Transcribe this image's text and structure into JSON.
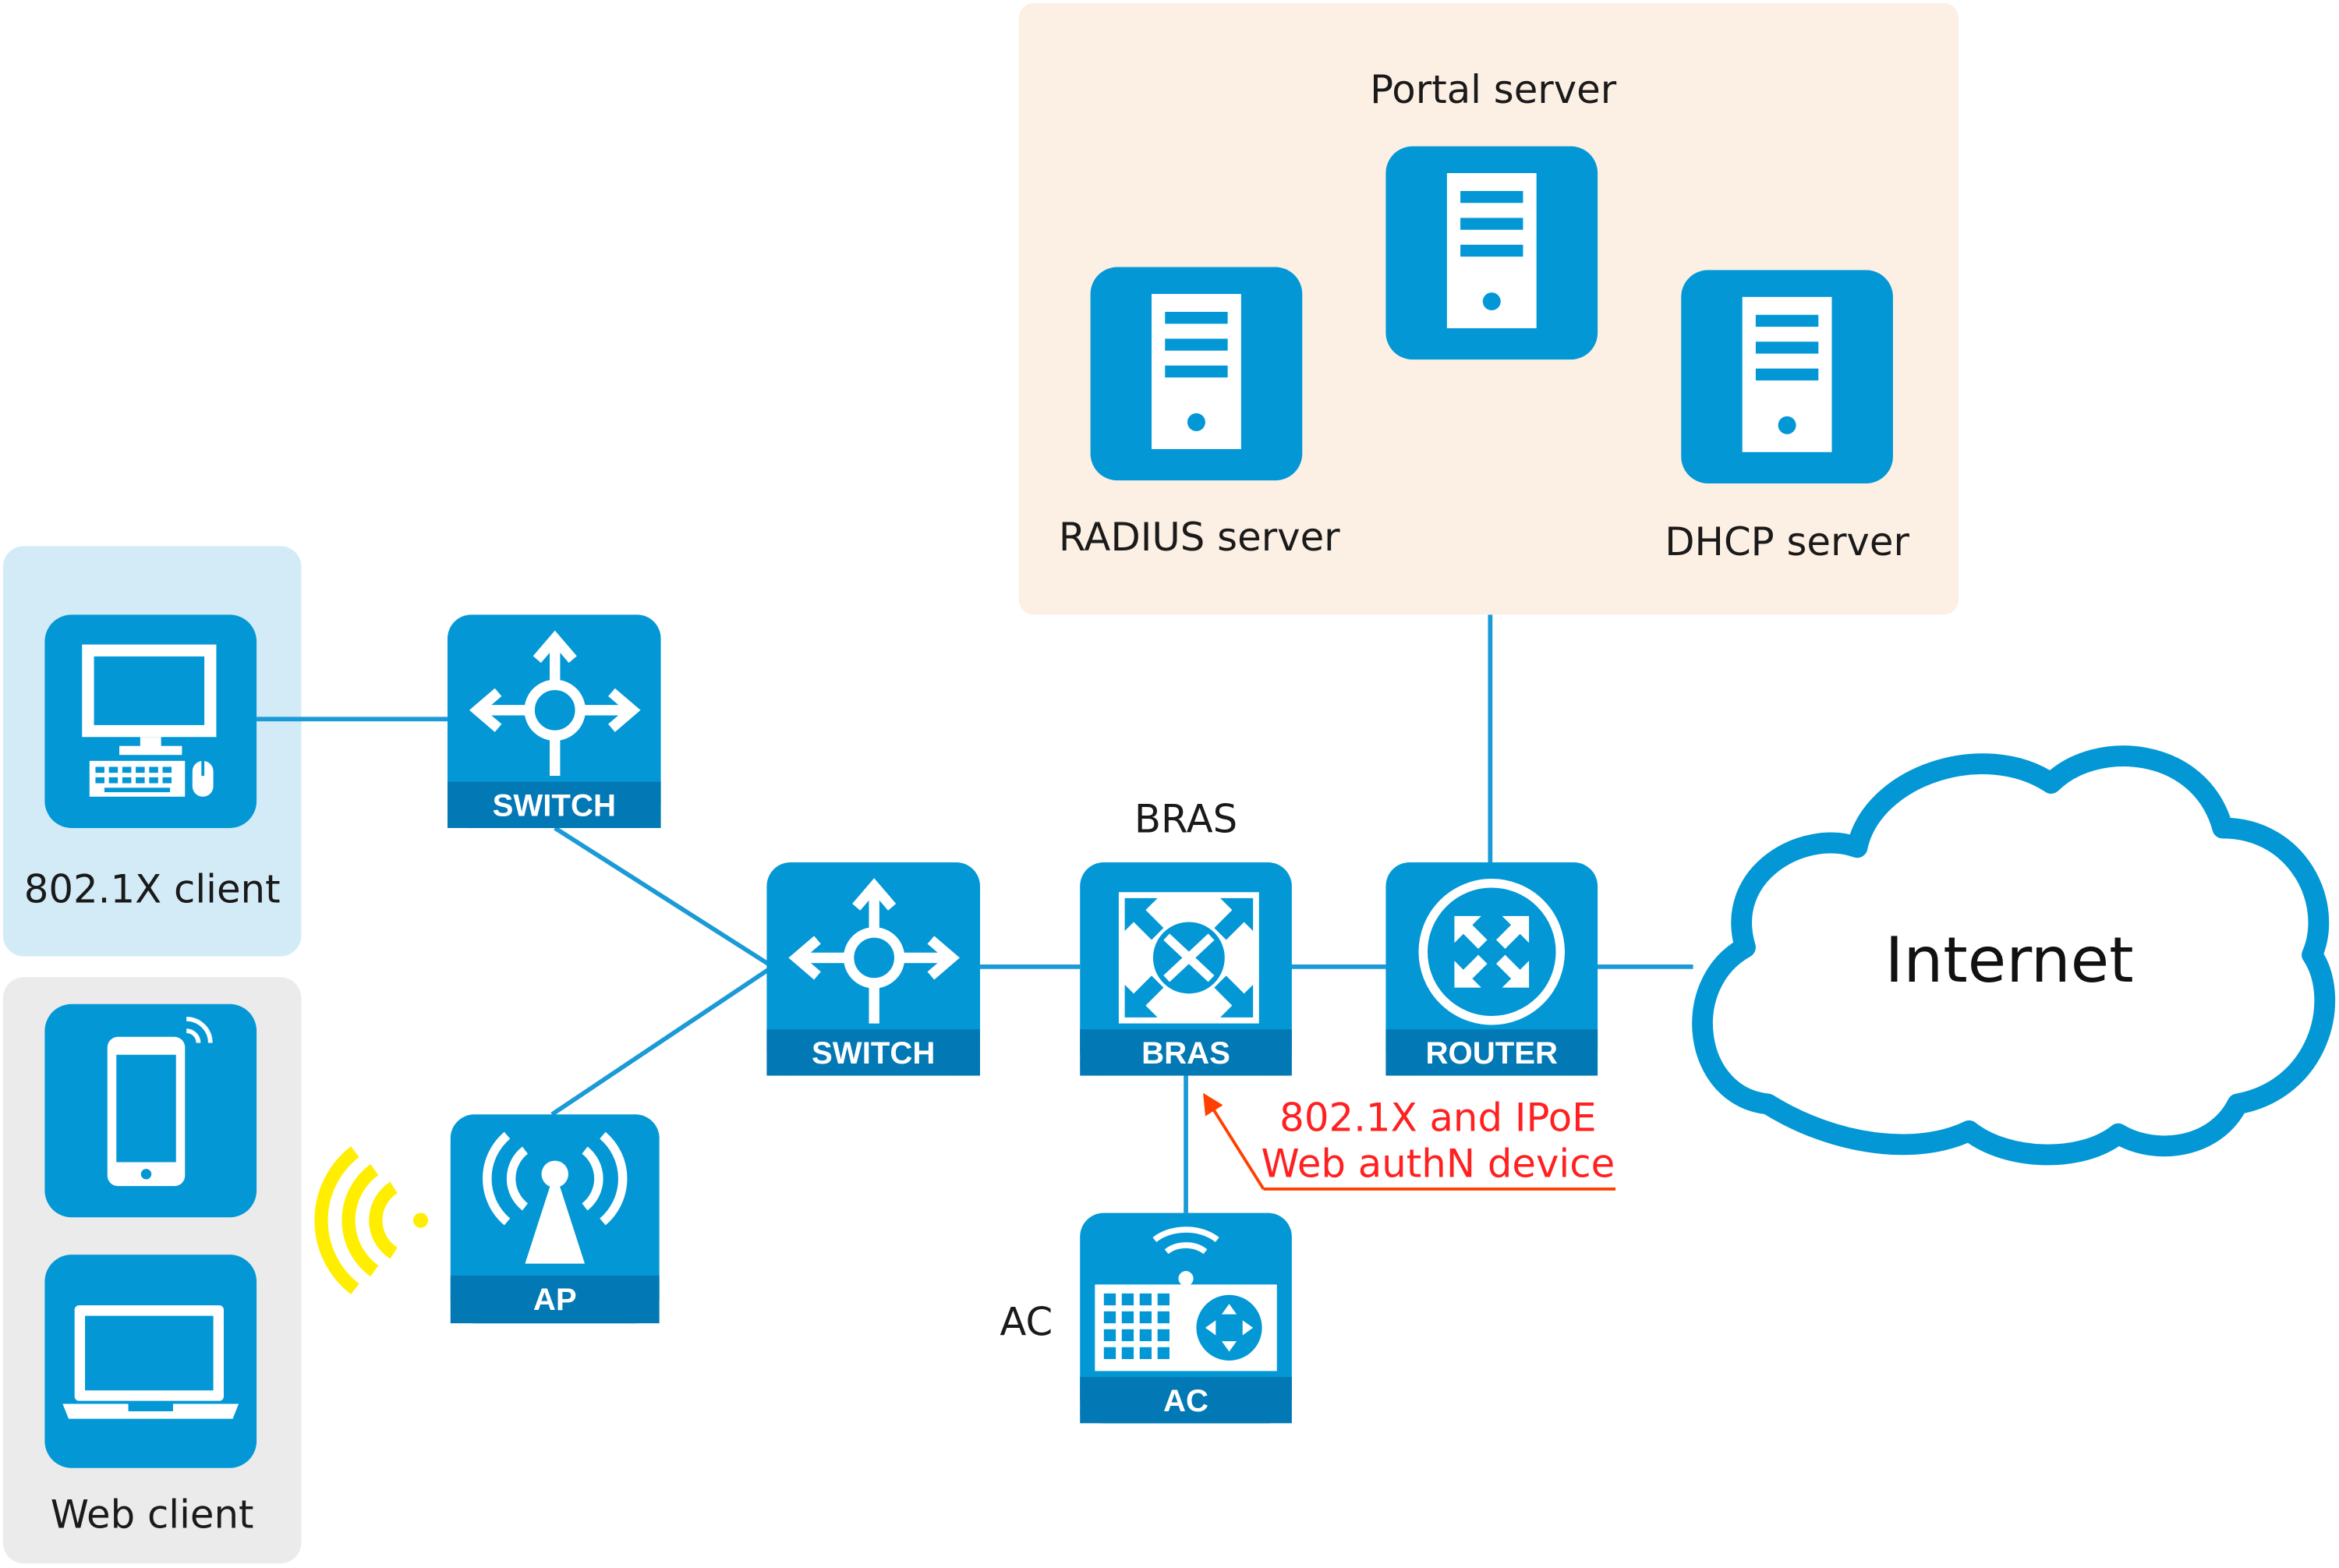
{
  "colors": {
    "device": "#0398d5",
    "device_dark": "#0278b4",
    "line": "#1a9ad6",
    "server_zone_bg": "#fcefe4",
    "client_zone_8021x_bg": "#d3ebf7",
    "client_zone_web_bg": "#ebebeb",
    "annotation": "#ff2020",
    "wifi_signal": "#ffee00"
  },
  "servers": {
    "portal": {
      "label": "Portal server",
      "icon": "server-tower-icon"
    },
    "radius": {
      "label": "RADIUS server",
      "icon": "server-tower-icon"
    },
    "dhcp": {
      "label": "DHCP server",
      "icon": "server-tower-icon"
    }
  },
  "clients": {
    "dot1x": {
      "label": "802.1X client",
      "icon": "desktop-computer-icon"
    },
    "web": {
      "label": "Web client",
      "icons": [
        "smartphone-icon",
        "laptop-icon"
      ]
    }
  },
  "devices": {
    "switch_access": {
      "badge": "SWITCH",
      "icon": "switch-arrows-icon"
    },
    "switch_agg": {
      "badge": "SWITCH",
      "icon": "switch-arrows-icon"
    },
    "ap": {
      "badge": "AP",
      "icon": "antenna-icon"
    },
    "bras": {
      "badge": "BRAS",
      "label": "BRAS",
      "icon": "bras-icon"
    },
    "router": {
      "badge": "ROUTER",
      "icon": "router-icon"
    },
    "ac": {
      "badge": "AC",
      "label": "AC",
      "icon": "access-controller-icon"
    }
  },
  "cloud": {
    "label": "Internet"
  },
  "annotation": {
    "line1": "802.1X and IPoE",
    "line2": "Web authN device"
  }
}
